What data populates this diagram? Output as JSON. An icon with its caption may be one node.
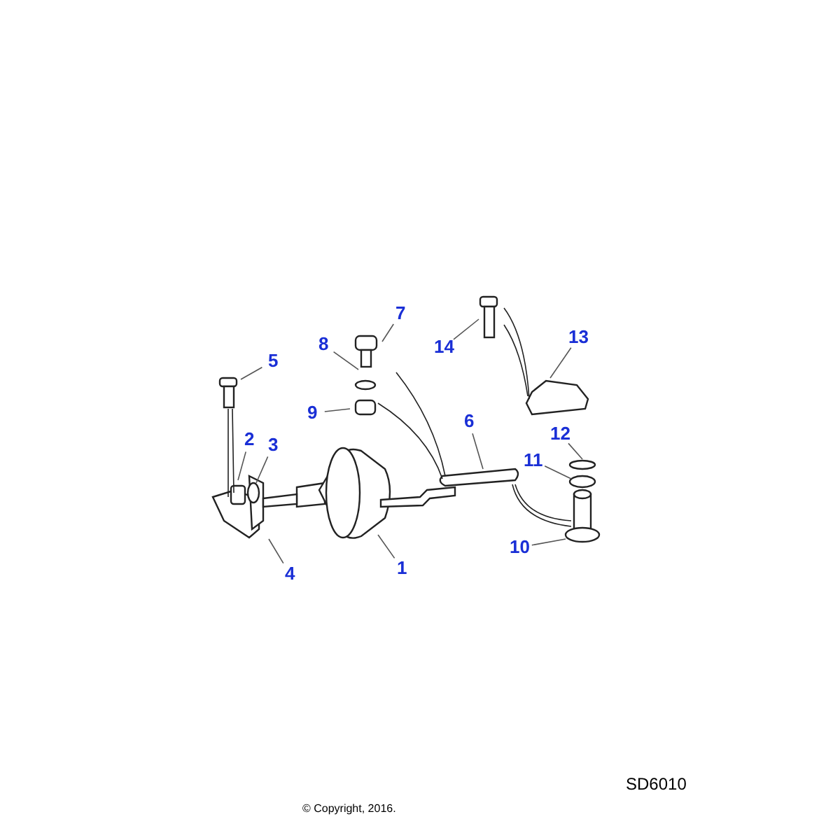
{
  "diagram": {
    "nodes": [
      {
        "text": [
          "1"
        ]
      },
      {
        "text": [
          "2"
        ]
      },
      {
        "text": [
          "3"
        ]
      },
      {
        "text": [
          "4"
        ]
      },
      {
        "text": [
          "5"
        ]
      },
      {
        "text": [
          "6"
        ]
      },
      {
        "text": [
          "7"
        ]
      },
      {
        "text": [
          "8"
        ]
      },
      {
        "text": [
          "9"
        ]
      },
      {
        "text": [
          "10"
        ]
      },
      {
        "text": [
          "11"
        ]
      },
      {
        "text": [
          "12"
        ]
      },
      {
        "text": [
          "13"
        ]
      },
      {
        "text": [
          "14"
        ]
      }
    ],
    "edges": [
      {
        "from": 0,
        "to": null,
        "arrow": "none"
      },
      {
        "from": 1,
        "to": null,
        "arrow": "none"
      },
      {
        "from": 2,
        "to": null,
        "arrow": "none"
      },
      {
        "from": 3,
        "to": null,
        "arrow": "none"
      },
      {
        "from": 4,
        "to": null,
        "arrow": "none"
      },
      {
        "from": 5,
        "to": null,
        "arrow": "none"
      },
      {
        "from": 6,
        "to": null,
        "arrow": "none"
      },
      {
        "from": 7,
        "to": null,
        "arrow": "none"
      },
      {
        "from": 8,
        "to": null,
        "arrow": "none"
      },
      {
        "from": 9,
        "to": null,
        "arrow": "none"
      },
      {
        "from": 10,
        "to": null,
        "arrow": "none"
      },
      {
        "from": 11,
        "to": null,
        "arrow": "none"
      },
      {
        "from": 12,
        "to": null,
        "arrow": "none"
      },
      {
        "from": 13,
        "to": null,
        "arrow": "none"
      }
    ],
    "labels": [
      "SD6010",
      "© Copyright, 2016."
    ]
  }
}
